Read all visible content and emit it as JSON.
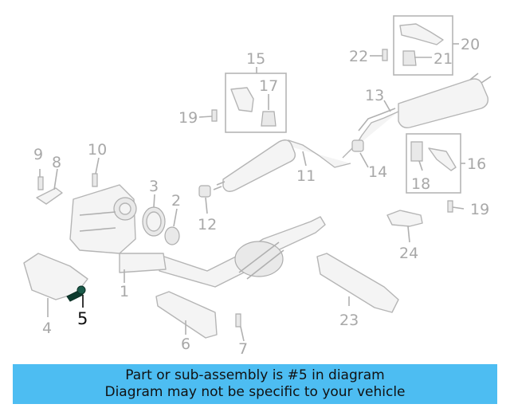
{
  "diagram": {
    "highlighted_part": "5",
    "colors": {
      "part_label": "#a8a8a8",
      "highlight_label": "#111111",
      "banner_bg": "#4dbdf2"
    },
    "labels": {
      "p1": "1",
      "p2": "2",
      "p3": "3",
      "p4": "4",
      "p5": "5",
      "p6": "6",
      "p7": "7",
      "p8": "8",
      "p9": "9",
      "p10": "10",
      "p11": "11",
      "p12": "12",
      "p13": "13",
      "p14": "14",
      "p15": "15",
      "p16": "16",
      "p17": "17",
      "p18": "18",
      "p19a": "19",
      "p19b": "19",
      "p20": "20",
      "p21": "21",
      "p22": "22",
      "p23": "23",
      "p24": "24"
    }
  },
  "banner": {
    "line1": "Part or sub-assembly is #5 in diagram",
    "line2": "Diagram may not be specific to your vehicle"
  }
}
